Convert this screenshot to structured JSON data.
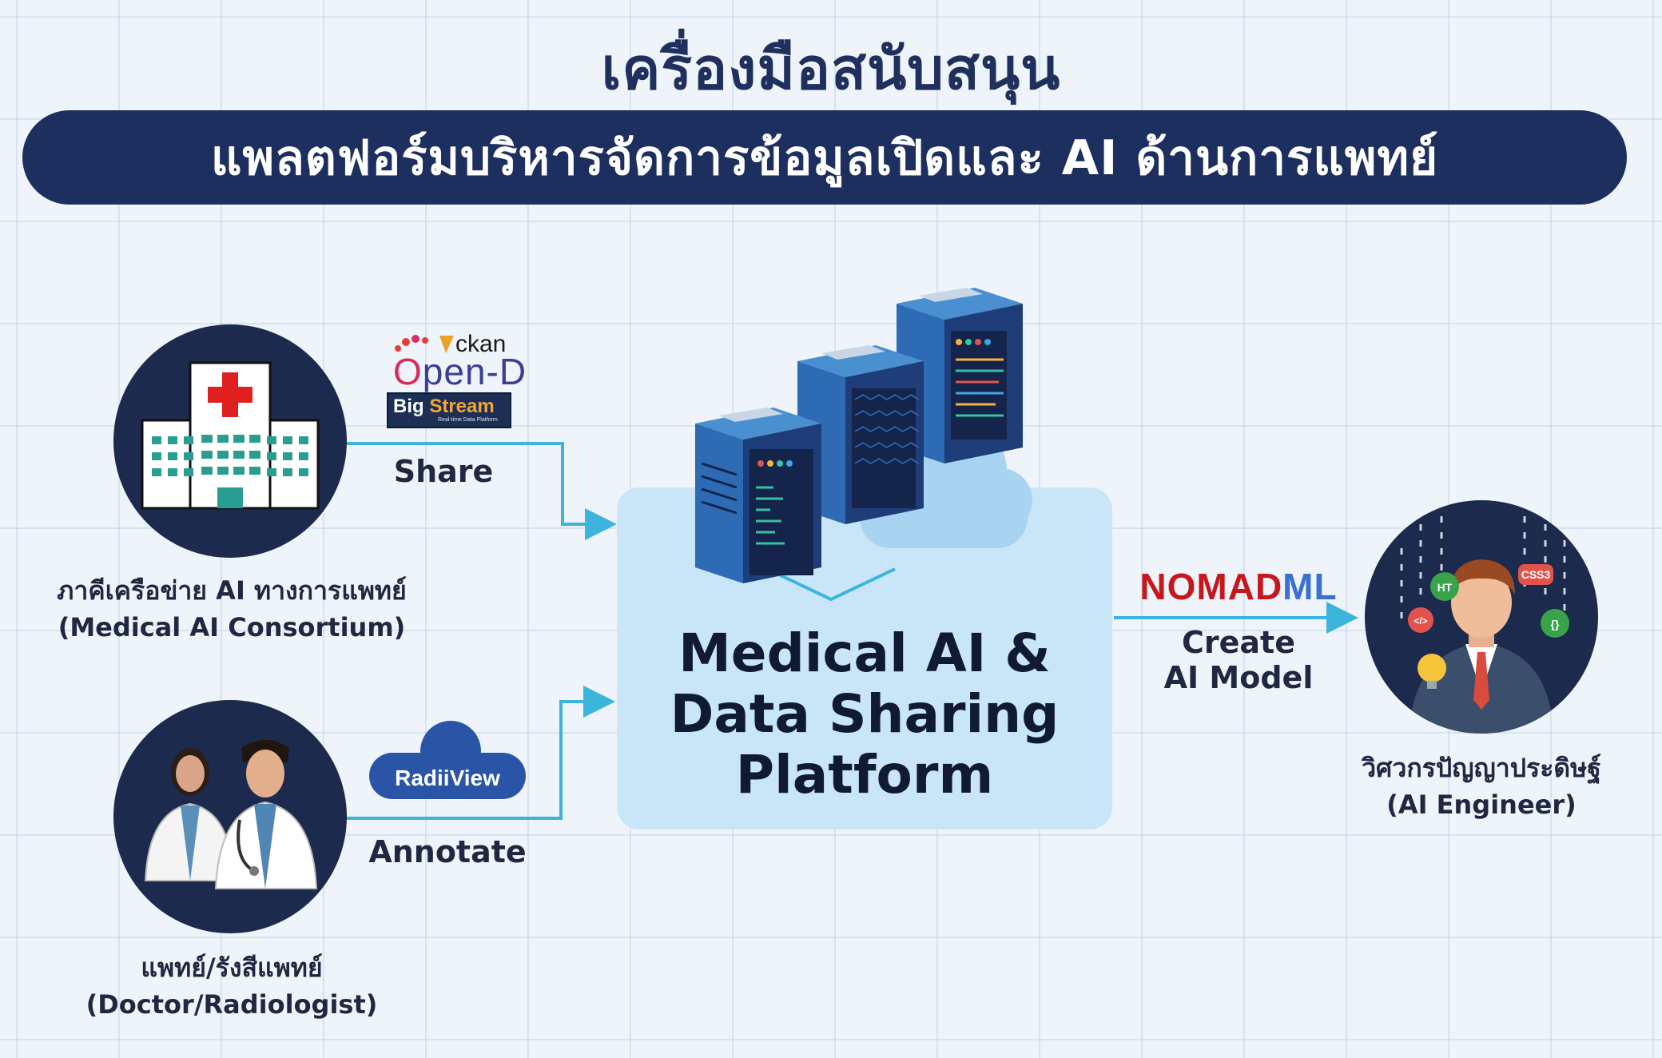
{
  "title": "เครื่องมือสนับสนุน",
  "subtitle": "แพลตฟอร์มบริหารจัดการข้อมูลเปิดและ AI ด้านการแพทย์",
  "platform": {
    "name_line1": "Medical AI &",
    "name_line2": "Data Sharing",
    "name_line3": "Platform"
  },
  "consortium": {
    "label_th": "ภาคีเครือข่าย AI ทางการแพทย์",
    "label_en": "(Medical AI Consortium)",
    "action": "Share",
    "tools": {
      "ckan": "ckan",
      "opend": "pen-D",
      "bigstream_big": "Big",
      "bigstream_stream": "Stream",
      "bigstream_sub": "Real-time Data Platform"
    }
  },
  "doctor": {
    "label_th": "แพทย์/รังสีแพทย์",
    "label_en": "(Doctor/Radiologist)",
    "action": "Annotate",
    "tool": "RadiiView"
  },
  "engineer": {
    "label_th": "วิศวกรปัญญาประดิษฐ์",
    "label_en": "(AI Engineer)",
    "action_line1": "Create",
    "action_line2": "AI Model",
    "tool_part1": "NOM",
    "tool_part2": "AD",
    "tool_part3": "ML",
    "badges": {
      "css": "CSS3",
      "html": "HT",
      "code": "</>",
      "braces": "{}"
    }
  },
  "colors": {
    "navy": "#1d2f5e",
    "connector": "#3cb4dc",
    "platform_bg": "#c8e6f8",
    "circle_bg": "#1c2a4e"
  }
}
